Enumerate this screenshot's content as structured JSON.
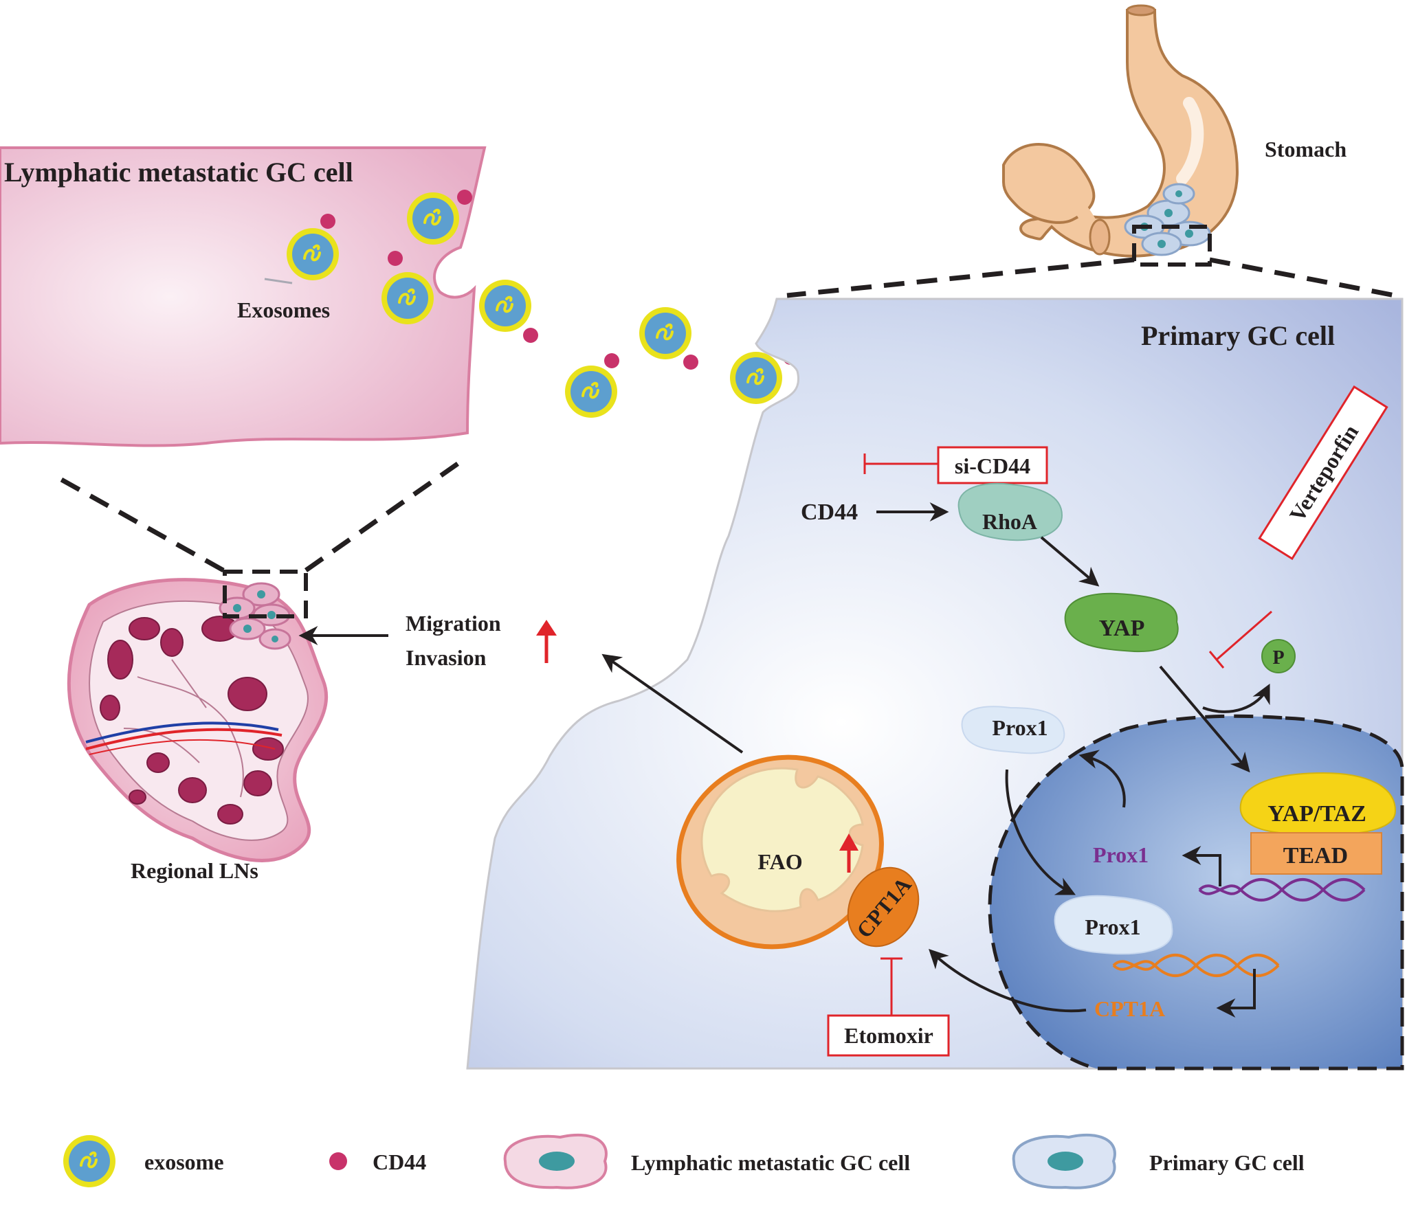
{
  "titles": {
    "lymphatic_cell": "Lymphatic metastatic GC cell",
    "primary_cell": "Primary GC cell",
    "stomach": "Stomach",
    "regional_lns": "Regional LNs",
    "exosomes": "Exosomes"
  },
  "pathway": {
    "cd44": "CD44",
    "si_cd44": "si-CD44",
    "rhoa": "RhoA",
    "yap": "YAP",
    "verteporfin": "Verteporfin",
    "p": "P",
    "prox1_cyto": "Prox1",
    "prox1_nuc_out": "Prox1",
    "prox1_nuc": "Prox1",
    "yap_taz": "YAP/TAZ",
    "tead": "TEAD",
    "cpt1a_gene": "CPT1A",
    "cpt1a_protein": "CPT1A",
    "fao": "FAO",
    "etomoxir": "Etomoxir",
    "migration": "Migration",
    "invasion": "Invasion"
  },
  "legend": {
    "exosome": "exosome",
    "cd44": "CD44",
    "lymphatic_cell": "Lymphatic metastatic GC cell",
    "primary_cell": "Primary GC cell"
  },
  "colors": {
    "lymphatic_membrane": "#d97fa1",
    "lymphatic_fill": "#f4d9e4",
    "primary_fill": "#dbe4f4",
    "nucleus": "#6b8fc8",
    "exosome_ring": "#e9e21c",
    "exosome_core": "#5d9fcf",
    "cd44_dot": "#c8326a",
    "inhibitor_red": "#e0242a",
    "rhoa": "#9fcfc1",
    "yap": "#6ab04c",
    "yap_taz": "#f5d316",
    "tead": "#f3a55c",
    "mito": "#e87e1f",
    "prox1_text": "#7a2f8f",
    "cpt1a_text": "#e87e1f",
    "up_arrow": "#e0242a"
  }
}
